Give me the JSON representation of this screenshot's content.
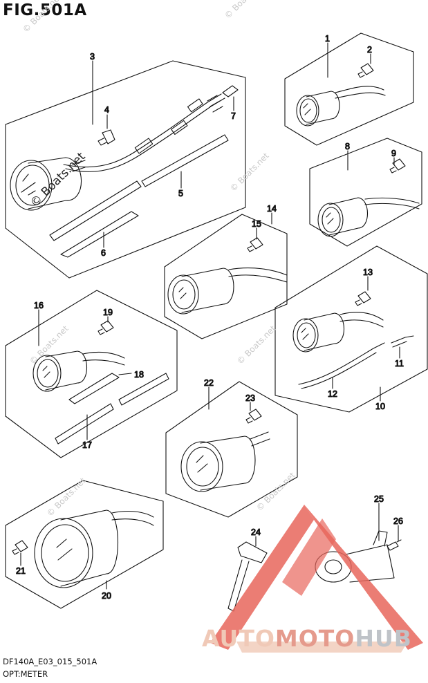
{
  "figure": {
    "title": "FIG.501A",
    "model_code": "DF140A_E03_015_501A",
    "section": "OPT:METER"
  },
  "watermark": {
    "text": "© Boats.net",
    "logo_text_parts": [
      "AUTO",
      "MOTO",
      "HUB"
    ]
  },
  "colors": {
    "line": "#111111",
    "watermark": "#c9c9c9",
    "logo_red": "#e8665c",
    "logo_peach": "#f0c9b7",
    "logo_grey": "#bfc3c8"
  },
  "callouts": {
    "p1": "1",
    "p2": "2",
    "p3": "3",
    "p4": "4",
    "p5": "5",
    "p6": "6",
    "p7": "7",
    "p8": "8",
    "p9": "9",
    "p10": "10",
    "p11": "11",
    "p12": "12",
    "p13": "13",
    "p14": "14",
    "p15": "15",
    "p16": "16",
    "p17": "17",
    "p18": "18",
    "p19": "19",
    "p20": "20",
    "p21": "21",
    "p22": "22",
    "p23": "23",
    "p24": "24",
    "p25": "25",
    "p26": "26"
  }
}
